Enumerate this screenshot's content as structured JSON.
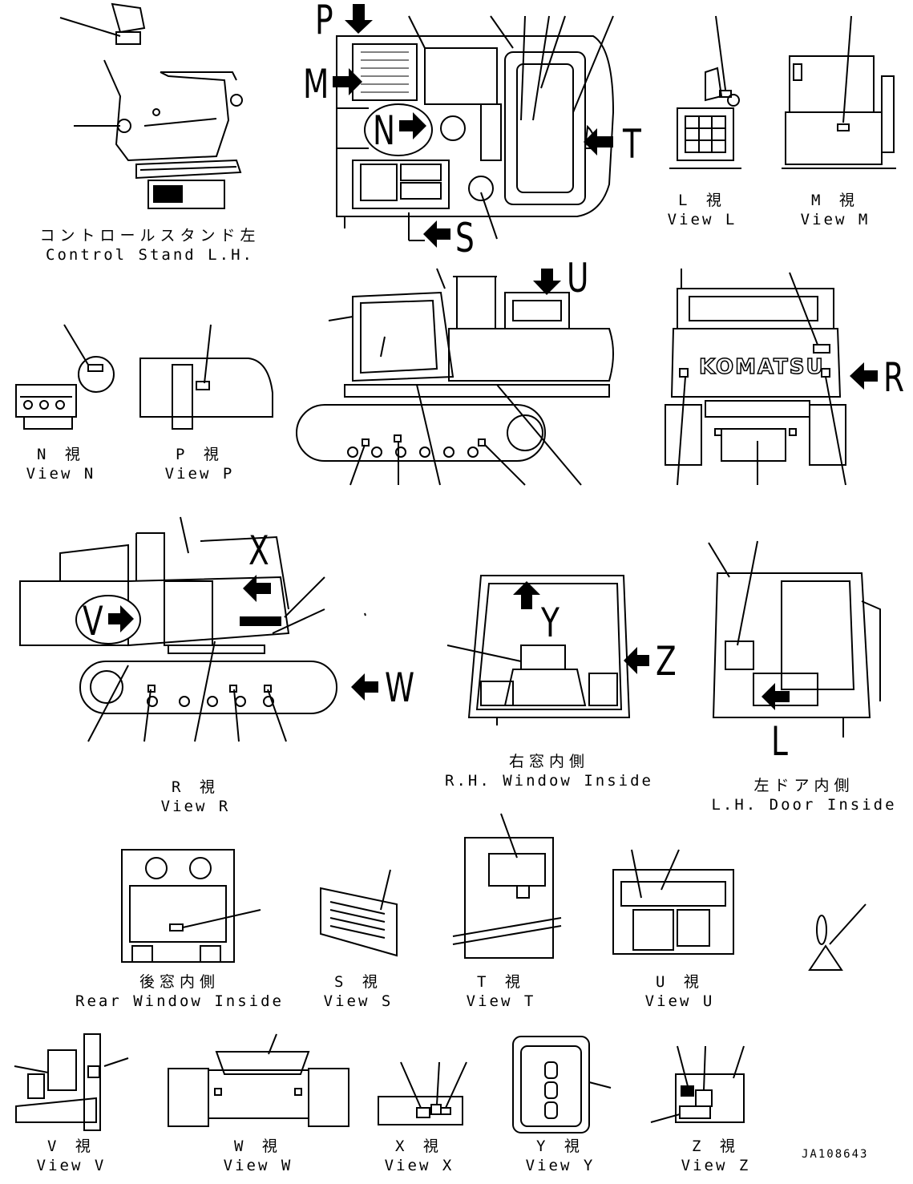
{
  "labels": {
    "control_stand": {
      "jp": "コントロールスタンド左",
      "en": "Control Stand L.H."
    },
    "view_l": {
      "jp": "L 視",
      "en": "View L"
    },
    "view_m": {
      "jp": "M 視",
      "en": "View M"
    },
    "view_n": {
      "jp": "N 視",
      "en": "View N"
    },
    "view_p": {
      "jp": "P 視",
      "en": "View P"
    },
    "view_r": {
      "jp": "R 視",
      "en": "View R"
    },
    "rh_window": {
      "jp": "右窓内側",
      "en": "R.H. Window Inside"
    },
    "lh_door": {
      "jp": "左ドア内側",
      "en": "L.H. Door Inside"
    },
    "rear_window": {
      "jp": "後窓内側",
      "en": "Rear Window Inside"
    },
    "view_s": {
      "jp": "S 視",
      "en": "View S"
    },
    "view_t": {
      "jp": "T 視",
      "en": "View T"
    },
    "view_u": {
      "jp": "U 視",
      "en": "View U"
    },
    "view_v": {
      "jp": "V 視",
      "en": "View V"
    },
    "view_w": {
      "jp": "W 視",
      "en": "View W"
    },
    "view_x": {
      "jp": "X 視",
      "en": "View X"
    },
    "view_y": {
      "jp": "Y 視",
      "en": "View Y"
    },
    "view_z": {
      "jp": "Z 視",
      "en": "View Z"
    }
  },
  "callouts": {
    "P": "P",
    "M": "M",
    "N": "N",
    "T": "T",
    "S": "S",
    "U": "U",
    "R": "R",
    "X": "X",
    "V": "V",
    "W": "W",
    "Y": "Y",
    "Z": "Z",
    "L": "L"
  },
  "brand_logo": "KOMATSU",
  "drawing_code": "JA108643"
}
